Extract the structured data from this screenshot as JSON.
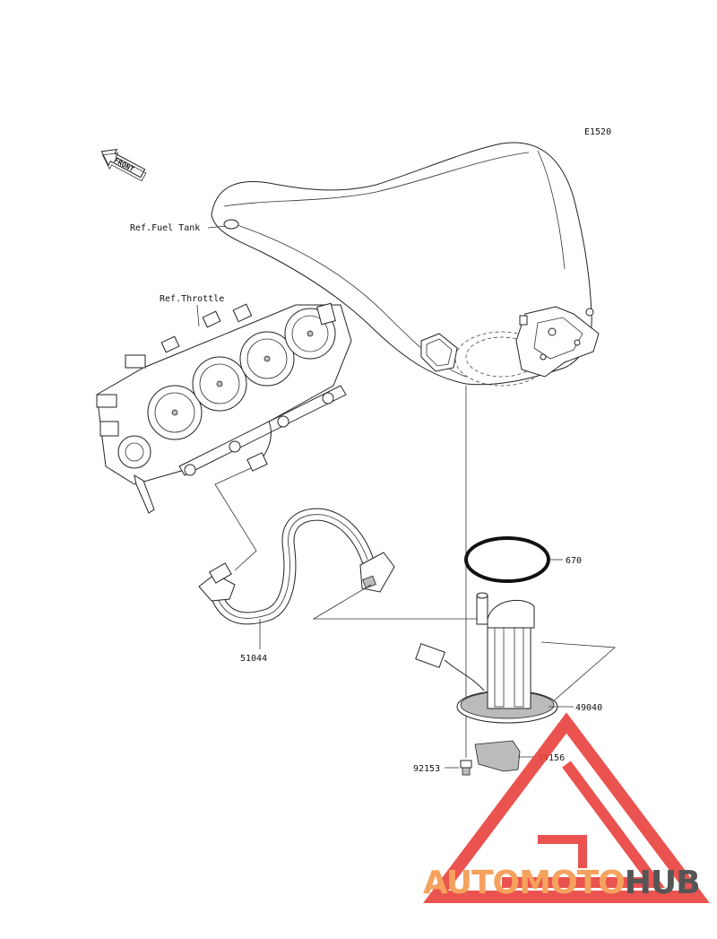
{
  "diagram_code": "E1520",
  "front_label": "FRONT",
  "refs": {
    "fuel_tank": "Ref.Fuel Tank",
    "throttle": "Ref.Throttle"
  },
  "parts": [
    {
      "id": "670",
      "label": "670"
    },
    {
      "id": "51044",
      "label": "51044"
    },
    {
      "id": "49040",
      "label": "49040"
    },
    {
      "id": "92153",
      "label": "92153"
    },
    {
      "id": "39156",
      "label": "39156"
    }
  ],
  "watermark": {
    "part1": "AUTOMOTO",
    "part2": "HUB",
    "color1": "#f5a25d",
    "color2": "#555555",
    "logo_color": "#e8413c"
  }
}
